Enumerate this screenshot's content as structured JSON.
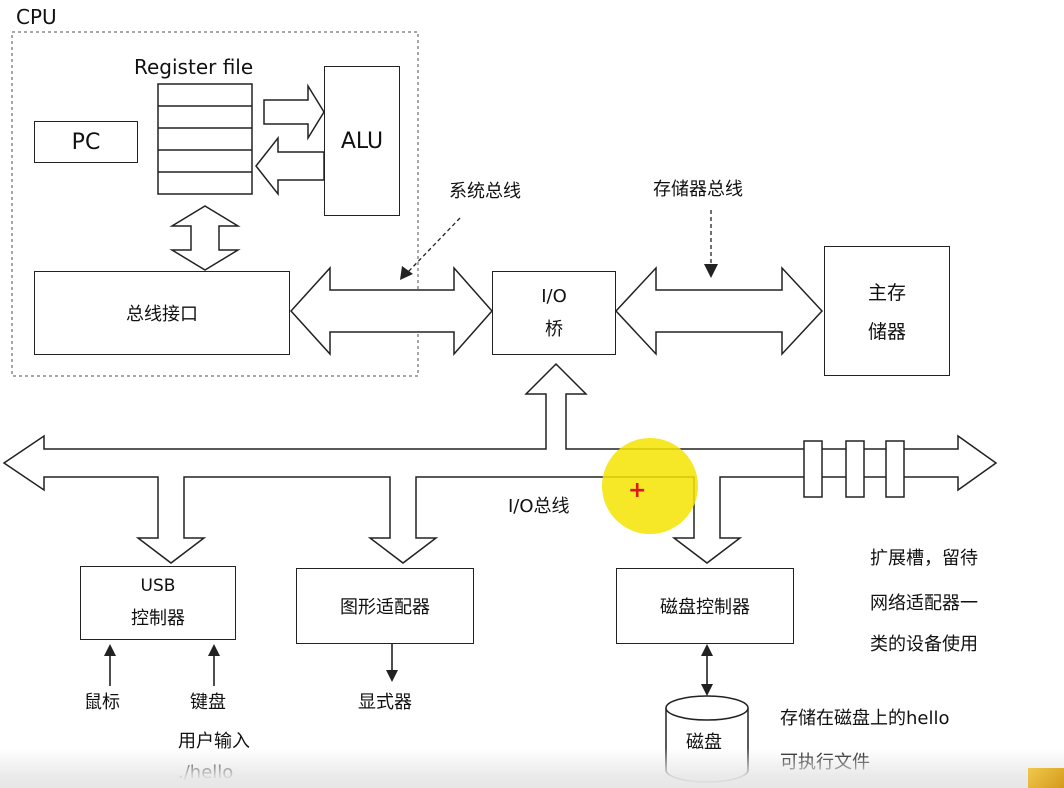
{
  "cpu": {
    "label": "CPU",
    "register_file_label": "Register file",
    "pc_label": "PC",
    "alu_label": "ALU",
    "bus_interface_label": "总线接口"
  },
  "buses": {
    "system_bus_label": "系统总线",
    "memory_bus_label": "存储器总线",
    "io_bus_label": "I/O总线"
  },
  "io_bridge": {
    "line1": "I/O",
    "line2": "桥"
  },
  "main_memory": {
    "line1": "主存",
    "line2": "储器"
  },
  "controllers": {
    "usb": {
      "line1": "USB",
      "line2": "控制器"
    },
    "graphics": {
      "label": "图形适配器"
    },
    "disk": {
      "label": "磁盘控制器"
    }
  },
  "devices": {
    "mouse": "鼠标",
    "keyboard": "键盘",
    "display": "显式器",
    "disk": "磁盘"
  },
  "annotations": {
    "user_input_line1": "用户输入",
    "user_input_line2": "./hello",
    "expansion_line1": "扩展槽，留待",
    "expansion_line2": "网络适配器一",
    "expansion_line3": "类的设备使用",
    "disk_note_line1": "存储在磁盘上的hello",
    "disk_note_line2": "可执行文件"
  },
  "cursor": {
    "symbol": "+"
  },
  "colors": {
    "line": "#222222",
    "highlight": "#f5e400",
    "cursor": "#e01515",
    "dashed_border": "#8a8a8a"
  }
}
